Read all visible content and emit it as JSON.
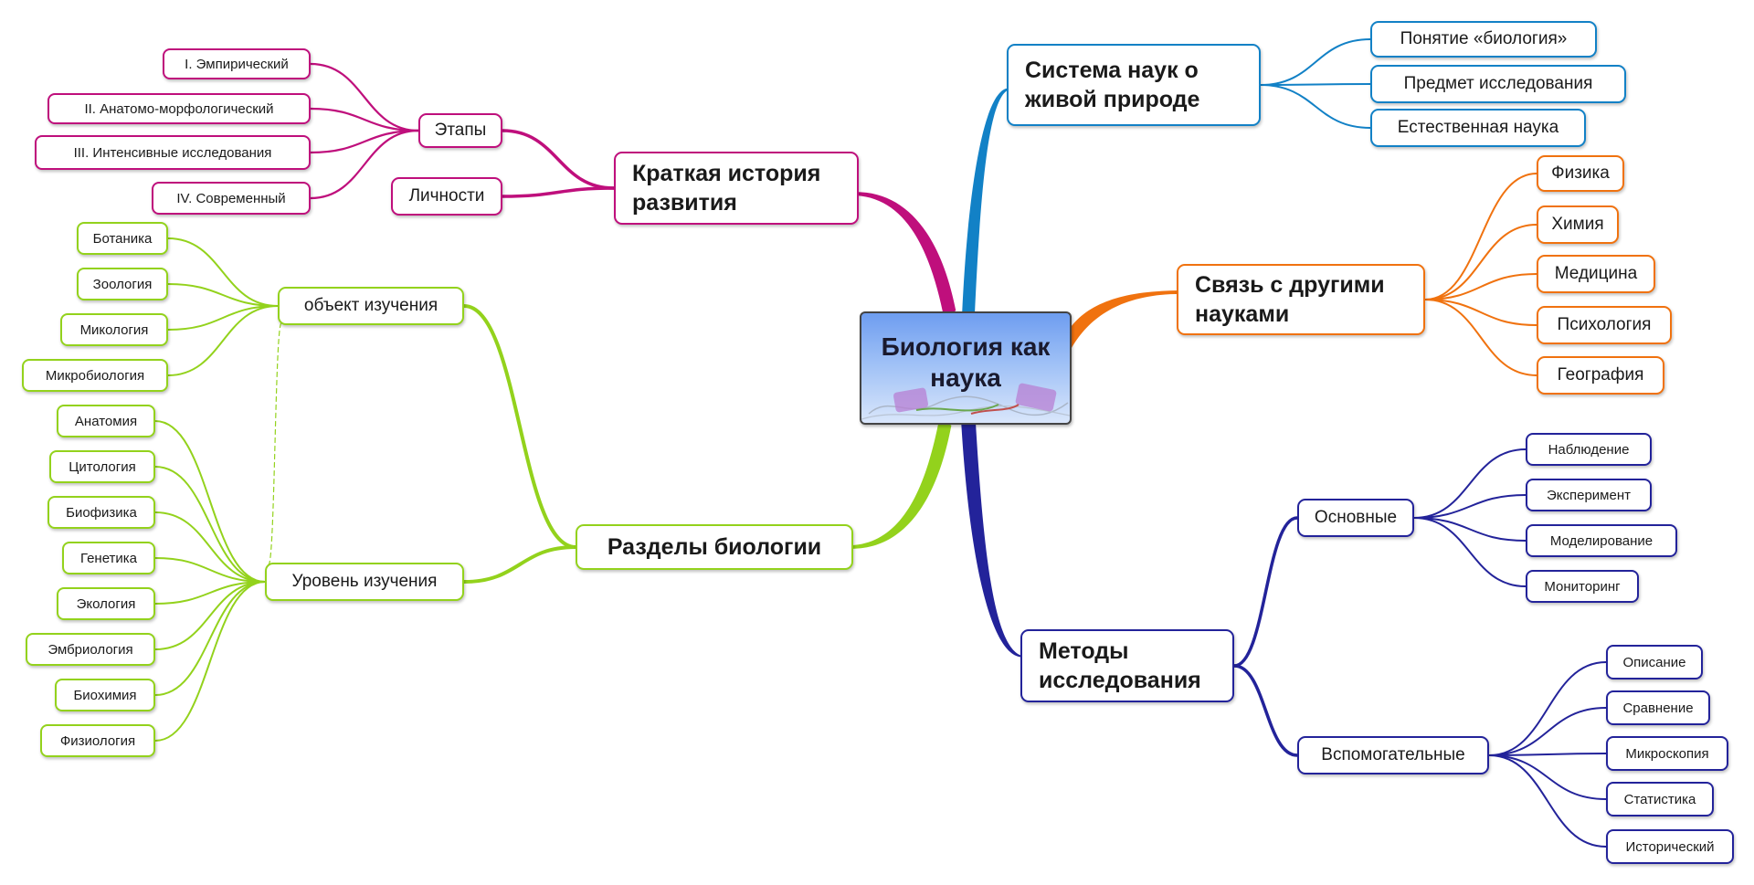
{
  "center": {
    "title": "Биология как наука"
  },
  "branches": {
    "history": {
      "title": "Краткая история развития",
      "color": "#bf0f7c",
      "stages": {
        "label": "Этапы",
        "items": [
          "I. Эмпирический",
          "II. Анатомо-морфологический",
          "III. Интенсивные исследования",
          "IV. Современный"
        ]
      },
      "persons": {
        "label": "Личности"
      }
    },
    "system": {
      "title": "Система наук о живой природе",
      "color": "#1281c6",
      "items": [
        "Понятие «биология»",
        "Предмет исследования",
        "Естественная наука"
      ]
    },
    "relations": {
      "title": "Связь с другими науками",
      "color": "#f0720f",
      "items": [
        "Физика",
        "Химия",
        "Медицина",
        "Психология",
        "География"
      ]
    },
    "methods": {
      "title": "Методы исследования",
      "color": "#23239a",
      "basic": {
        "label": "Основные",
        "items": [
          "Наблюдение",
          "Эксперимент",
          "Моделирование",
          "Мониторинг"
        ]
      },
      "auxiliary": {
        "label": "Вспомогательные",
        "items": [
          "Описание",
          "Сравнение",
          "Микроскопия",
          "Статистика",
          "Исторический"
        ]
      }
    },
    "sections": {
      "title": "Разделы биологии",
      "color": "#93d21c",
      "object": {
        "label": "объект изучения",
        "items": [
          "Ботаника",
          "Зоология",
          "Микология",
          "Микробиология"
        ]
      },
      "level": {
        "label": "Уровень изучения",
        "items": [
          "Анатомия",
          "Цитология",
          "Биофизика",
          "Генетика",
          "Экология",
          "Эмбриология",
          "Биохимия",
          "Физиология"
        ]
      }
    }
  }
}
